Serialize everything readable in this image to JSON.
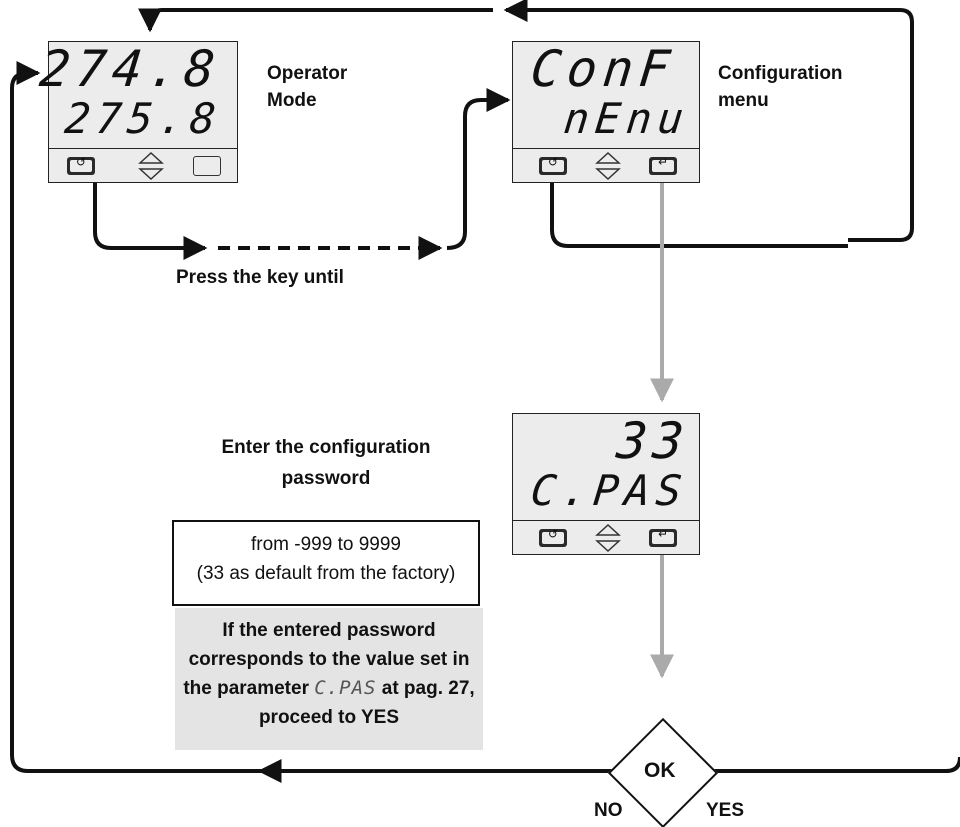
{
  "operator_display": {
    "top": "274.8",
    "bottom": "275.8"
  },
  "operator_label": [
    "Operator",
    "Mode"
  ],
  "config_display": {
    "top": "ConF",
    "bottom": "nEnu"
  },
  "config_label": [
    "Configuration",
    "menu"
  ],
  "password_display": {
    "top": "33",
    "bottom": "C.PAS"
  },
  "press_key_label": "Press the key until",
  "enter_password_label": [
    "Enter the configuration",
    "password"
  ],
  "range_box": [
    "from -999  to  9999",
    "(33 as  default from the factory)"
  ],
  "condition_box": {
    "line1": "If the entered password",
    "line2": "corresponds to the value set in",
    "line3_prefix": "the parameter ",
    "line3_param": "C.PAS",
    "line3_suffix": " at pag. 27,",
    "line4": "proceed to YES"
  },
  "decision": {
    "label": "OK",
    "no": "NO",
    "yes": "YES"
  },
  "colors": {
    "wire": "#111111",
    "gray_wire": "#aaaaaa",
    "lcd_bg": "#ececec",
    "note_bg": "#e4e4e4"
  }
}
